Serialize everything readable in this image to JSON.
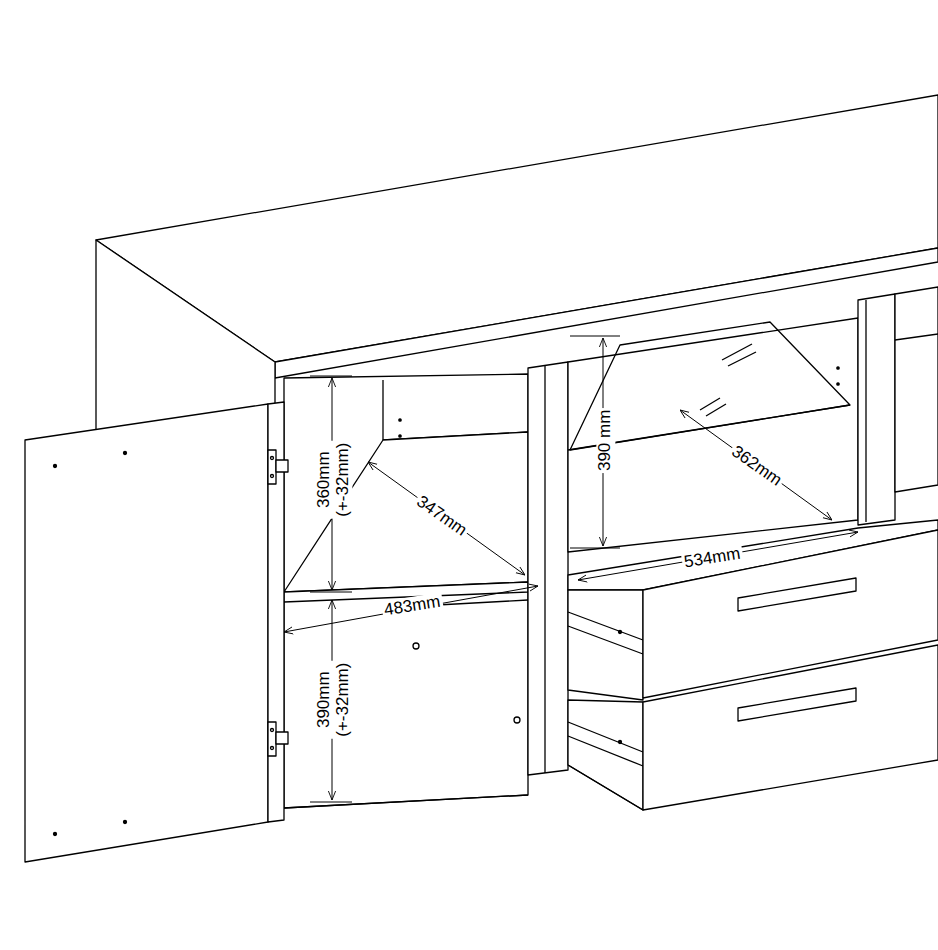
{
  "diagram": {
    "labels": [
      "360mm (+-32mm)",
      "347mm",
      "483mm",
      "390mm (+-32mm)",
      "390 mm",
      "362mm",
      "534mm"
    ]
  }
}
